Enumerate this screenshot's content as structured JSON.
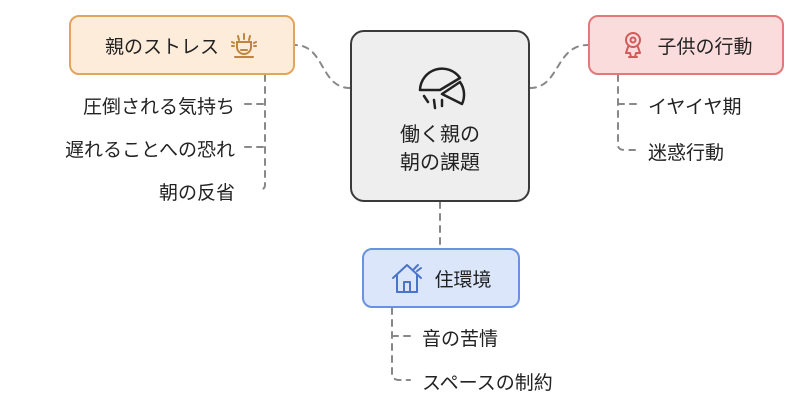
{
  "center": {
    "label_line1": "働く親の",
    "label_line2": "朝の課題",
    "icon": "pie-slice-icon"
  },
  "branches": {
    "stress": {
      "title": "親のストレス",
      "icon": "stress-face-icon",
      "color": "#e2a55f",
      "items": [
        "圧倒される気持ち",
        "遅れることへの恐れ",
        "朝の反省"
      ]
    },
    "child": {
      "title": "子供の行動",
      "icon": "child-figure-icon",
      "color": "#e07979",
      "items": [
        "イヤイヤ期",
        "迷惑行動"
      ]
    },
    "home": {
      "title": "住環境",
      "icon": "house-icon",
      "color": "#6b92e0",
      "items": [
        "音の苦情",
        "スペースの制約"
      ]
    }
  }
}
